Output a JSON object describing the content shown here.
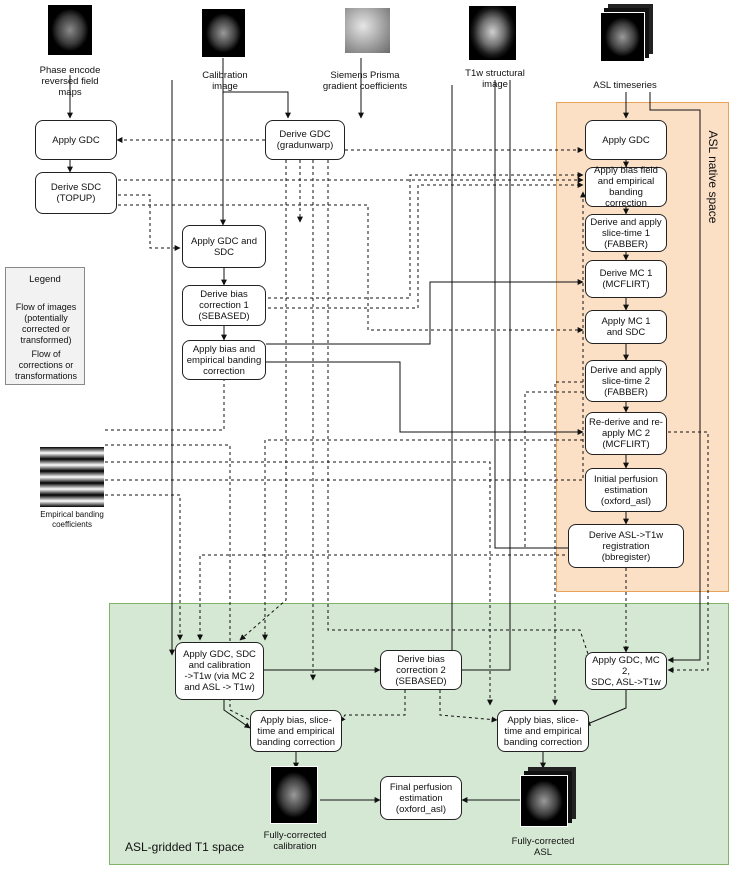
{
  "regions": {
    "asl_native": "ASL native space",
    "asl_gridded": "ASL-gridded T1 space"
  },
  "inputs": {
    "phase_encode": "Phase encode\nreversed field\nmaps",
    "calibration": "Calibration\nimage",
    "siemens": "Siemens Prisma\ngradient coefficients",
    "t1w": "T1w structural\nimage",
    "asl_timeseries": "ASL timeseries",
    "banding": "Empirical banding\ncoefficients"
  },
  "legend": {
    "title": "Legend",
    "images": "Flow of images\n(potentially\ncorrected or\ntransformed)",
    "corrections": "Flow of\ncorrections or\ntransformations"
  },
  "left_steps": {
    "apply_gdc": "Apply GDC",
    "derive_sdc": "Derive SDC\n(TOPUP)",
    "derive_gdc": "Derive GDC\n(gradunwarp)",
    "apply_gdc_sdc": "Apply GDC and\nSDC",
    "bias_corr_1": "Derive bias\ncorrection 1\n(SEBASED)",
    "apply_bias_banding": "Apply bias and\nempirical banding\ncorrection"
  },
  "asl_steps": {
    "apply_gdc": "Apply GDC",
    "bias_banding": "Apply bias field\nand empirical\nbanding correction",
    "slice_time_1": "Derive and apply\nslice-time 1\n(FABBER)",
    "derive_mc1": "Derive MC 1\n(MCFLIRT)",
    "apply_mc1": "Apply MC 1\nand SDC",
    "slice_time_2": "Derive and apply\nslice-time 2\n(FABBER)",
    "mc2": "Re-derive and re-\napply MC 2\n(MCFLIRT)",
    "initial_perfusion": "Initial perfusion\nestimation\n(oxford_asl)",
    "registration": "Derive ASL->T1w\nregistration\n(bbregister)"
  },
  "t1_steps": {
    "apply_calib": "Apply GDC, SDC\nand calibration\n->T1w (via MC 2\nand ASL -> T1w)",
    "bias_corr_2": "Derive bias\ncorrection 2\n(SEBASED)",
    "apply_asl": "Apply GDC, MC 2,\nSDC, ASL->T1w",
    "bias_slice_calib": "Apply bias, slice-\ntime and empirical\nbanding correction",
    "bias_slice_asl": "Apply bias, slice-\ntime and empirical\nbanding correction",
    "final_perfusion": "Final perfusion\nestimation\n(oxford_asl)"
  },
  "outputs": {
    "calibration": "Fully-corrected\ncalibration",
    "asl": "Fully-corrected\nASL"
  }
}
